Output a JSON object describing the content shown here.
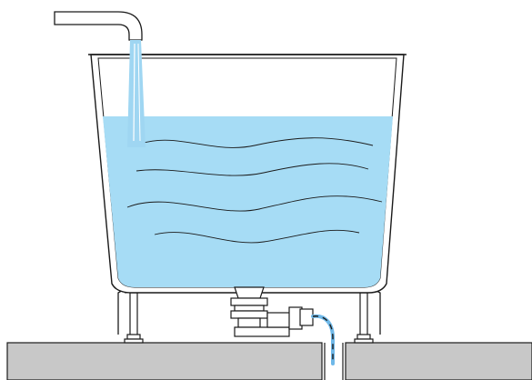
{
  "diagram": {
    "colors": {
      "water": "#a6dcf5",
      "water_stream": "#9fd6f2",
      "floor": "#c8c8c8",
      "outline": "#1a1a1a",
      "drain_water": "#6fb8e8"
    },
    "components": [
      "inlet-faucet",
      "inlet-water-stream",
      "tub",
      "water",
      "tub-legs",
      "drain-trap",
      "drain-outflow",
      "floor",
      "floor-drain-pipe"
    ]
  }
}
